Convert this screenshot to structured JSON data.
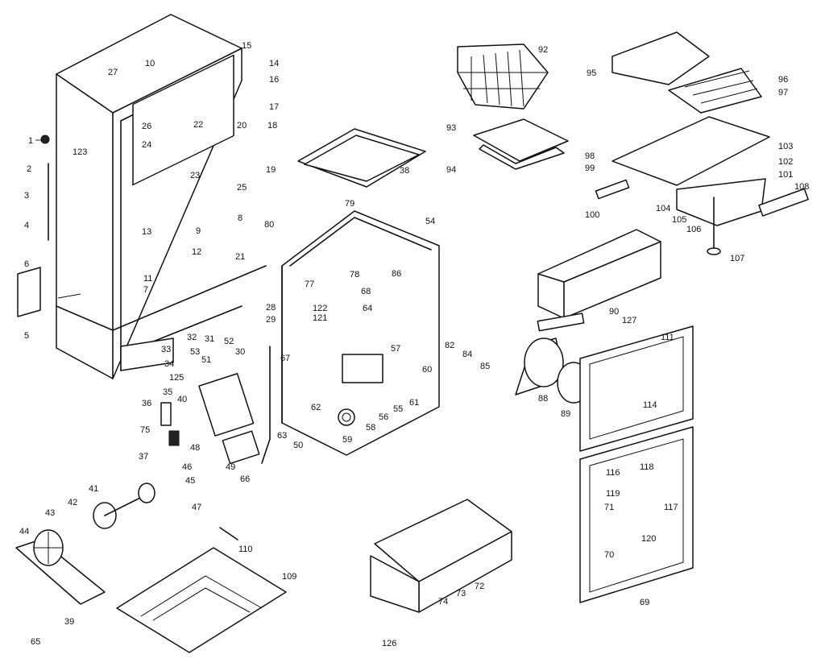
{
  "labels": [
    "1",
    "2",
    "3",
    "4",
    "5",
    "6",
    "7",
    "8",
    "9",
    "10",
    "11",
    "12",
    "13",
    "14",
    "15",
    "16",
    "17",
    "18",
    "19",
    "20",
    "21",
    "22",
    "23",
    "24",
    "25",
    "26",
    "27",
    "28",
    "29",
    "30",
    "31",
    "32",
    "33",
    "34",
    "35",
    "36",
    "37",
    "38",
    "39",
    "40",
    "41",
    "42",
    "43",
    "44",
    "45",
    "46",
    "47",
    "48",
    "49",
    "50",
    "51",
    "52",
    "53",
    "54",
    "55",
    "56",
    "57",
    "58",
    "59",
    "60",
    "61",
    "62",
    "63",
    "64",
    "65",
    "66",
    "67",
    "68",
    "69",
    "70",
    "71",
    "72",
    "73",
    "74",
    "75",
    "77",
    "78",
    "79",
    "80",
    "82",
    "84",
    "85",
    "86",
    "88",
    "89",
    "90",
    "92",
    "93",
    "94",
    "95",
    "96",
    "97",
    "98",
    "99",
    "100",
    "101",
    "102",
    "103",
    "104",
    "105",
    "106",
    "107",
    "108",
    "109",
    "110",
    "111",
    "114",
    "116",
    "117",
    "118",
    "119",
    "120",
    "121",
    "122",
    "123",
    "125",
    "126",
    "127"
  ]
}
